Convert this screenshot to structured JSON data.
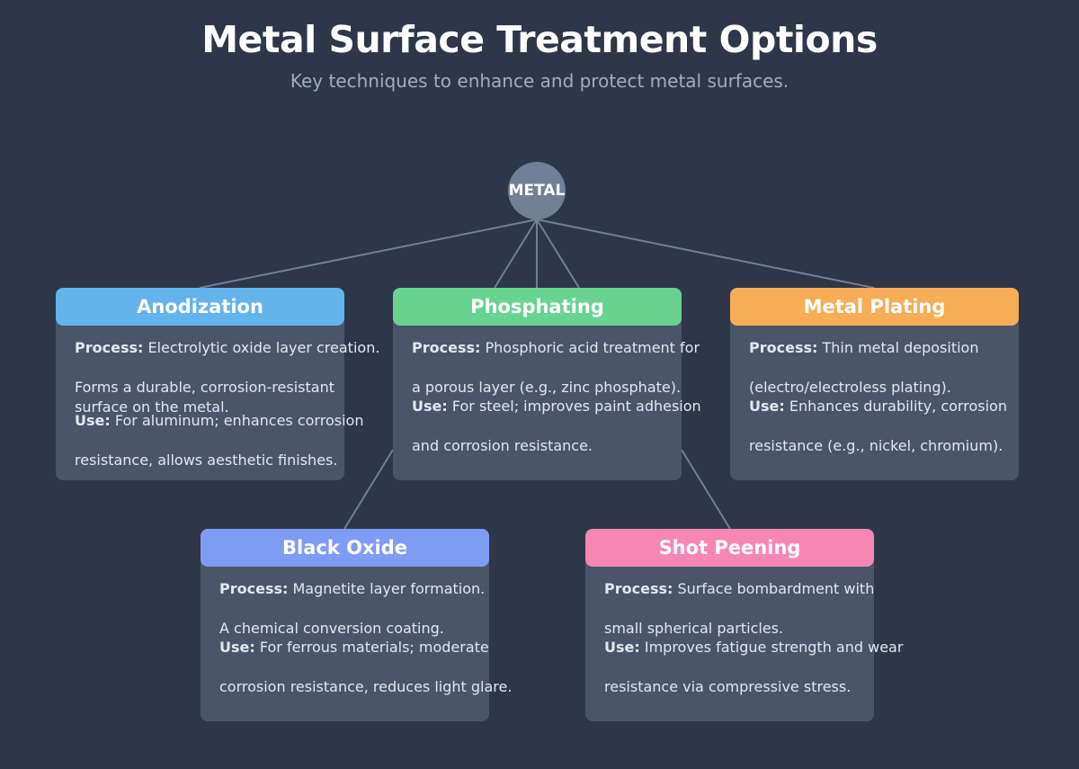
{
  "title": "Metal Surface Treatment Options",
  "subtitle": "Key techniques to enhance and protect metal surfaces.",
  "hub": {
    "label": "METAL"
  },
  "labels": {
    "process": "Process:",
    "use": "Use:"
  },
  "colors": {
    "background": "#2d3748",
    "card_body": "#4a5568",
    "hub": "#718096",
    "connector": "#718096"
  },
  "cards": [
    {
      "title": "Anodization",
      "color": "#63b3ed",
      "process_lines": [
        "Electrolytic oxide layer creation.",
        "Forms a durable, corrosion-resistant",
        "surface on the metal."
      ],
      "use_lines": [
        "For aluminum; enhances corrosion",
        "resistance, allows aesthetic finishes."
      ]
    },
    {
      "title": "Phosphating",
      "color": "#68d391",
      "process_lines": [
        "Phosphoric acid treatment for",
        "a porous layer (e.g., zinc phosphate)."
      ],
      "use_lines": [
        "For steel; improves paint adhesion",
        "and corrosion resistance."
      ]
    },
    {
      "title": "Metal Plating",
      "color": "#f6ad55",
      "process_lines": [
        "Thin metal deposition",
        "(electro/electroless plating)."
      ],
      "use_lines": [
        "Enhances durability, corrosion",
        "resistance (e.g., nickel, chromium)."
      ]
    },
    {
      "title": "Black Oxide",
      "color": "#7f9cf5",
      "process_lines": [
        "Magnetite layer formation.",
        "A chemical conversion coating."
      ],
      "use_lines": [
        "For ferrous materials; moderate",
        "corrosion resistance, reduces light glare."
      ]
    },
    {
      "title": "Shot Peening",
      "color": "#f687b3",
      "process_lines": [
        "Surface bombardment with",
        "small spherical particles."
      ],
      "use_lines": [
        "Improves fatigue strength and wear",
        "resistance via compressive stress."
      ]
    }
  ]
}
